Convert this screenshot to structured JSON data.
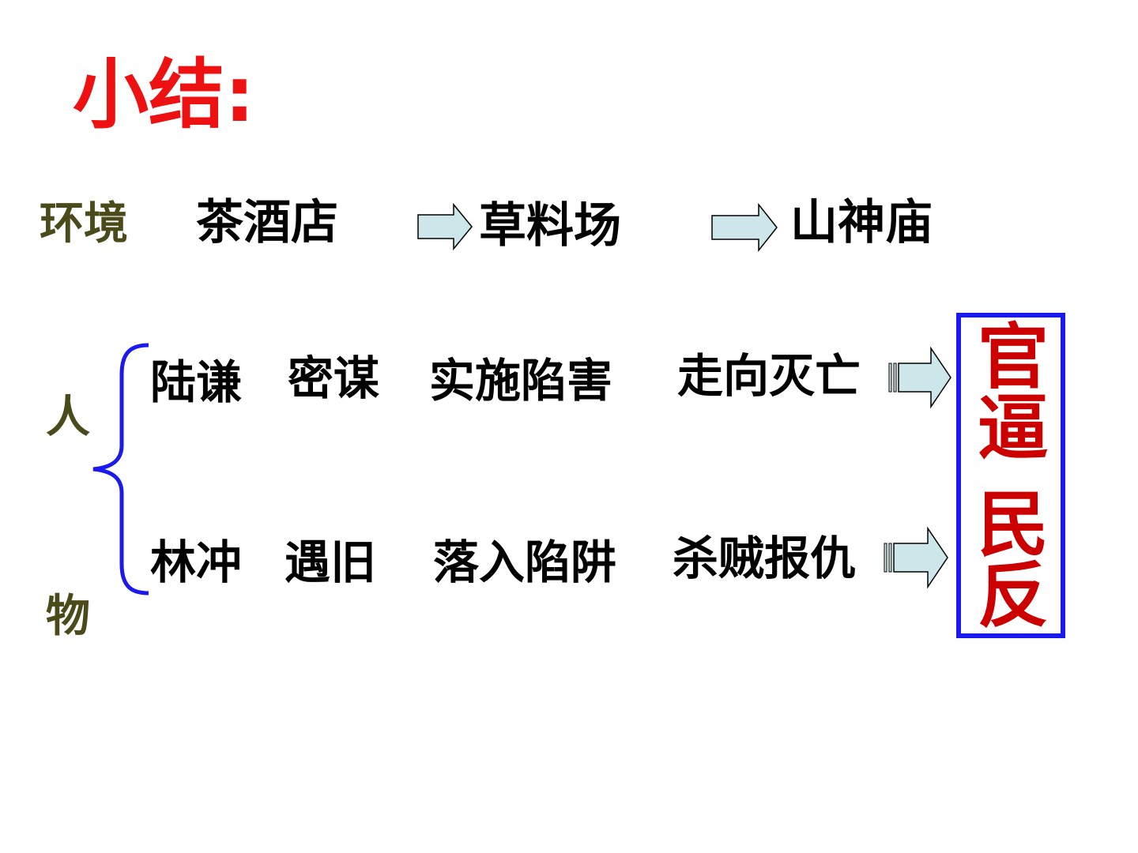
{
  "title": "小结:",
  "environment": {
    "label": "环境",
    "places": [
      "茶酒店",
      "草料场",
      "山神庙"
    ]
  },
  "characters": {
    "label_top": "人",
    "label_bottom": "物",
    "rows": [
      {
        "name": "陆谦",
        "steps": [
          "密谋",
          "实施陷害",
          "走向灭亡"
        ]
      },
      {
        "name": "林冲",
        "steps": [
          "遇旧",
          "落入陷阱",
          "杀贼报仇"
        ]
      }
    ]
  },
  "conclusion": {
    "part1": "官逼",
    "part2": "民反"
  },
  "colors": {
    "title": "#ee1111",
    "label": "#4a4a1a",
    "arrow_fill": "#cde6ea",
    "brace": "#1a1aee",
    "box_border": "#1a1aee",
    "conclusion": "#cc0000"
  }
}
